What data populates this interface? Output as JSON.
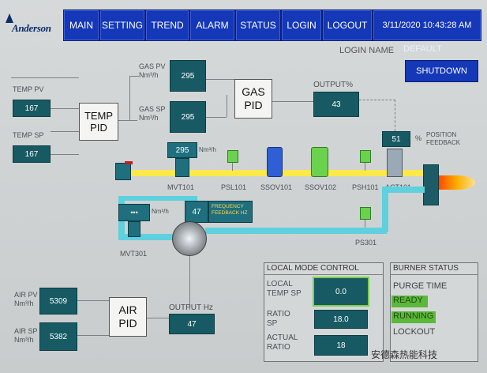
{
  "header": {
    "brand": "Anderson",
    "nav": [
      "MAIN",
      "SETTING",
      "TREND",
      "ALARM",
      "STATUS",
      "LOGIN",
      "LOGOUT"
    ],
    "datetime": "3/11/2020 10:43:28 AM"
  },
  "login": {
    "label": "LOGIN NAME",
    "user": "DEFAULT"
  },
  "shutdown_label": "SHUTDOWN",
  "temp_pid": {
    "title": "TEMP\nPID",
    "pv_label": "TEMP PV",
    "pv_value": "167",
    "sp_label": "TEMP SP",
    "sp_value": "167"
  },
  "gas_pid": {
    "title": "GAS\nPID",
    "pv_label": "GAS PV\nNm³/h",
    "pv_value": "295",
    "sp_label": "GAS SP\nNm³/h",
    "sp_value": "295",
    "output_label": "OUTPUT%",
    "output_value": "43"
  },
  "actuator": {
    "value": "51",
    "unit": "%",
    "label": "POSITION\nFEEDBACK"
  },
  "gas_train": {
    "flow_value": "295",
    "flow_unit": "Nm³/h",
    "tags": [
      "MVT101",
      "PSL101",
      "SSOV101",
      "SSOV102",
      "PSH101",
      "ACT101"
    ]
  },
  "air_train": {
    "flow_value": "•••",
    "flow_unit": "Nm³/h",
    "freq_value": "47",
    "freq_label": "FREQUENCY\nFEEDBACK HZ",
    "tags": [
      "MVT301",
      "PS301"
    ]
  },
  "air_pid": {
    "title": "AIR\nPID",
    "pv_label": "AIR PV\nNm³/h",
    "pv_value": "5309",
    "sp_label": "AIR SP\nNm³/h",
    "sp_value": "5382",
    "output_label": "OUTPUT Hz",
    "output_value": "47"
  },
  "local_mode": {
    "title": "LOCAL MODE CONTROL",
    "rows": [
      {
        "label": "LOCAL\nTEMP SP",
        "value": "0.0"
      },
      {
        "label": "RATIO\nSP",
        "value": "18.0"
      },
      {
        "label": "ACTUAL\nRATIO",
        "value": "18"
      }
    ]
  },
  "burner_status": {
    "title": "BURNER STATUS",
    "items": [
      {
        "label": "PURGE TIME",
        "active": false
      },
      {
        "label": "READY",
        "active": true
      },
      {
        "label": "RUNNING",
        "active": true
      },
      {
        "label": "LOCKOUT",
        "active": false
      }
    ]
  },
  "watermark": "安德森热能科技",
  "colors": {
    "nav": "#1538b8",
    "value_box": "#175a63",
    "gas_pipe": "#ffe94a",
    "air_pipe": "#5fd0de",
    "status_green": "#5bb83a"
  }
}
